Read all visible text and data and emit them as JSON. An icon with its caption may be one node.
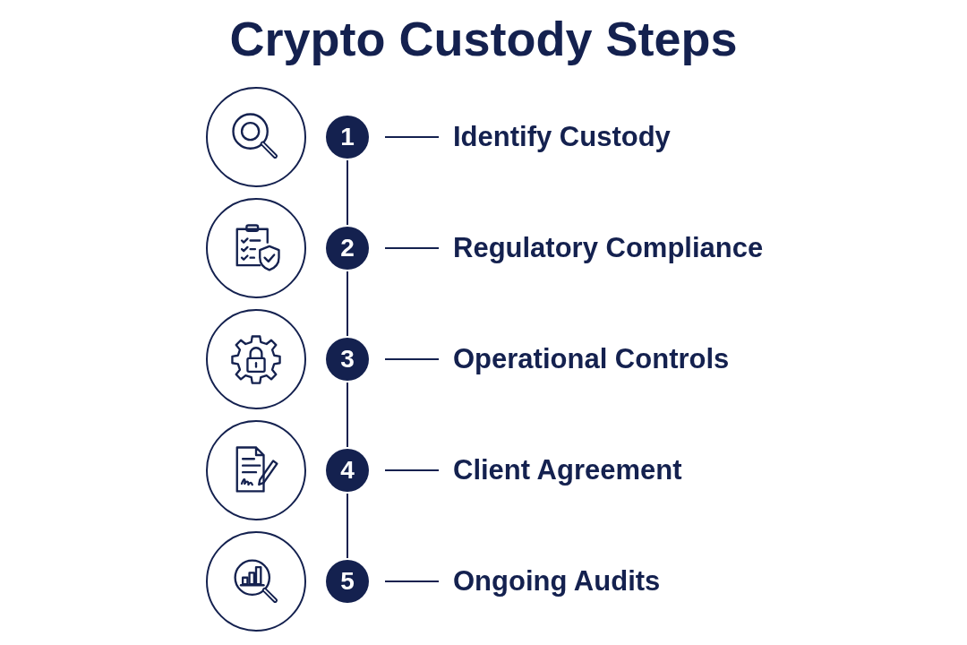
{
  "diagram": {
    "title": "Crypto Custody Steps",
    "nodes": [
      {
        "text": [],
        "shape": "circle"
      },
      {
        "text": [
          "1"
        ]
      },
      {
        "text": [
          "Identify Custody"
        ]
      },
      {
        "text": [],
        "shape": "circle"
      },
      {
        "text": [
          "2"
        ]
      },
      {
        "text": [
          "Regulatory Compliance"
        ]
      },
      {
        "text": [],
        "shape": "circle"
      },
      {
        "text": [
          "3"
        ]
      },
      {
        "text": [
          "Operational Controls"
        ]
      },
      {
        "text": [],
        "shape": "circle"
      },
      {
        "text": [
          "4"
        ]
      },
      {
        "text": [
          "Client Agreement"
        ]
      },
      {
        "text": [],
        "shape": "circle"
      },
      {
        "text": [
          "5"
        ]
      },
      {
        "text": [
          "Ongoing Audits"
        ]
      }
    ],
    "edges": [
      {
        "from": 1,
        "to": 2,
        "arrow": "none"
      },
      {
        "from": 1,
        "to": 4,
        "arrow": "none"
      },
      {
        "from": 4,
        "to": 5,
        "arrow": "none"
      },
      {
        "from": 4,
        "to": 7,
        "arrow": "none"
      },
      {
        "from": 7,
        "to": 8,
        "arrow": "none"
      },
      {
        "from": 7,
        "to": 10,
        "arrow": "none"
      },
      {
        "from": 10,
        "to": 11,
        "arrow": "none"
      },
      {
        "from": 10,
        "to": 13,
        "arrow": "none"
      },
      {
        "from": 13,
        "to": 14,
        "arrow": "none"
      }
    ]
  }
}
